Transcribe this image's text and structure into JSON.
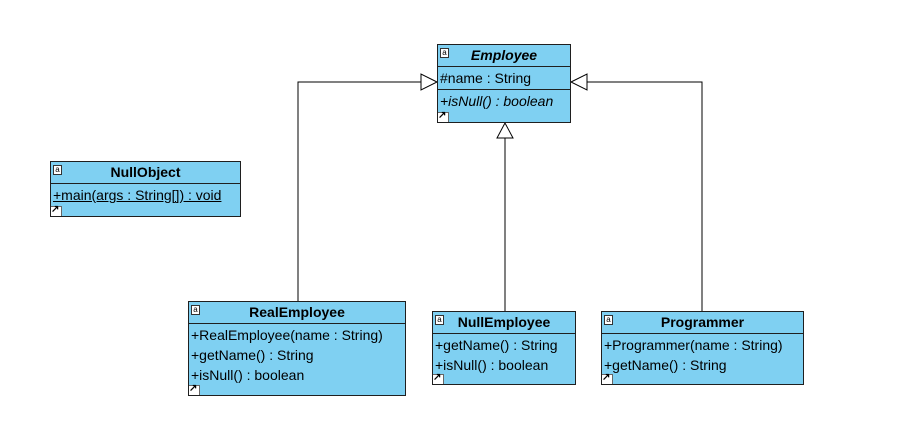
{
  "colors": {
    "class_fill": "#7fd0f2",
    "border": "#1f1f1f"
  },
  "classes": {
    "employee": {
      "icon": "a",
      "name": "Employee",
      "attributes": [
        "#name : String"
      ],
      "operations": [
        "+isNull() : boolean"
      ]
    },
    "nullobject": {
      "icon": "a",
      "name": "NullObject",
      "operations": [
        "+main(args : String[]) : void"
      ]
    },
    "realemployee": {
      "icon": "a",
      "name": "RealEmployee",
      "operations": [
        "+RealEmployee(name : String)",
        "+getName() : String",
        "+isNull() : boolean"
      ]
    },
    "nullemployee": {
      "icon": "a",
      "name": "NullEmployee",
      "operations": [
        "+getName() : String",
        "+isNull() : boolean"
      ]
    },
    "programmer": {
      "icon": "a",
      "name": "Programmer",
      "operations": [
        "+Programmer(name : String)",
        "+getName() : String"
      ]
    }
  },
  "relations": [
    {
      "type": "generalization",
      "from": "RealEmployee",
      "to": "Employee"
    },
    {
      "type": "generalization",
      "from": "NullEmployee",
      "to": "Employee"
    },
    {
      "type": "generalization",
      "from": "Programmer",
      "to": "Employee"
    }
  ]
}
